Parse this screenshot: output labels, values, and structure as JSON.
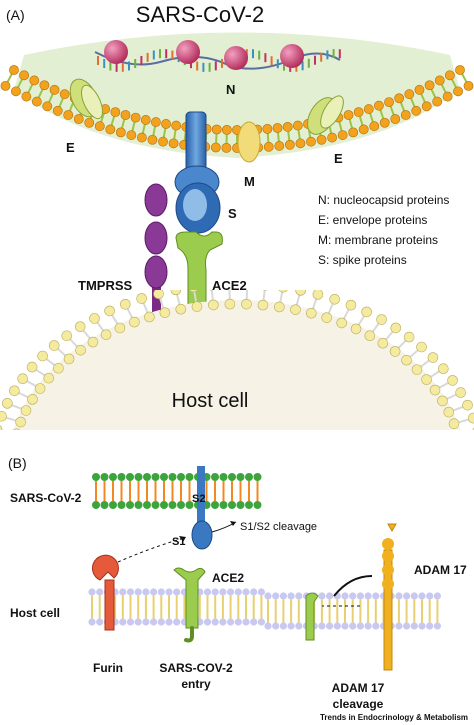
{
  "panel_a": {
    "tag": "(A)",
    "title": "SARS-CoV-2",
    "labels": {
      "n": "N",
      "e_left": "E",
      "e_right": "E",
      "m": "M",
      "s": "S",
      "tmprss": "TMPRSS",
      "ace2": "ACE2",
      "host": "Host cell"
    },
    "legend": [
      "N: nucleocapsid proteins",
      "E: envelope proteins",
      "M: membrane proteins",
      "S: spike proteins"
    ]
  },
  "panel_b": {
    "tag": "(B)",
    "virus_label": "SARS-CoV-2",
    "host_label": "Host cell",
    "s2": "S2",
    "s1": "S1",
    "cleavage": "S1/S2 cleavage",
    "ace2": "ACE2",
    "adam17": "ADAM 17",
    "furin": "Furin",
    "entry_line1": "SARS-COV-2",
    "entry_line2": "entry",
    "adam_line1": "ADAM 17",
    "adam_line2": "cleavage"
  },
  "footer": "Trends in Endocrinology & Metabolism",
  "colors": {
    "virus_fill": "#e3efd2",
    "viral_head": "#f2a21d",
    "viral_tail": "#9cc447",
    "host_head": "#f4eaa0",
    "host_tail": "#d9d9d9",
    "spike": "#3a78c2",
    "tmprss": "#7a2a86",
    "ace2": "#8cc43c",
    "furin": "#e45a3a",
    "adam17": "#f0b020",
    "nucleocapsid": "#c23a6a",
    "membrane_b_head": "#3da33d"
  }
}
